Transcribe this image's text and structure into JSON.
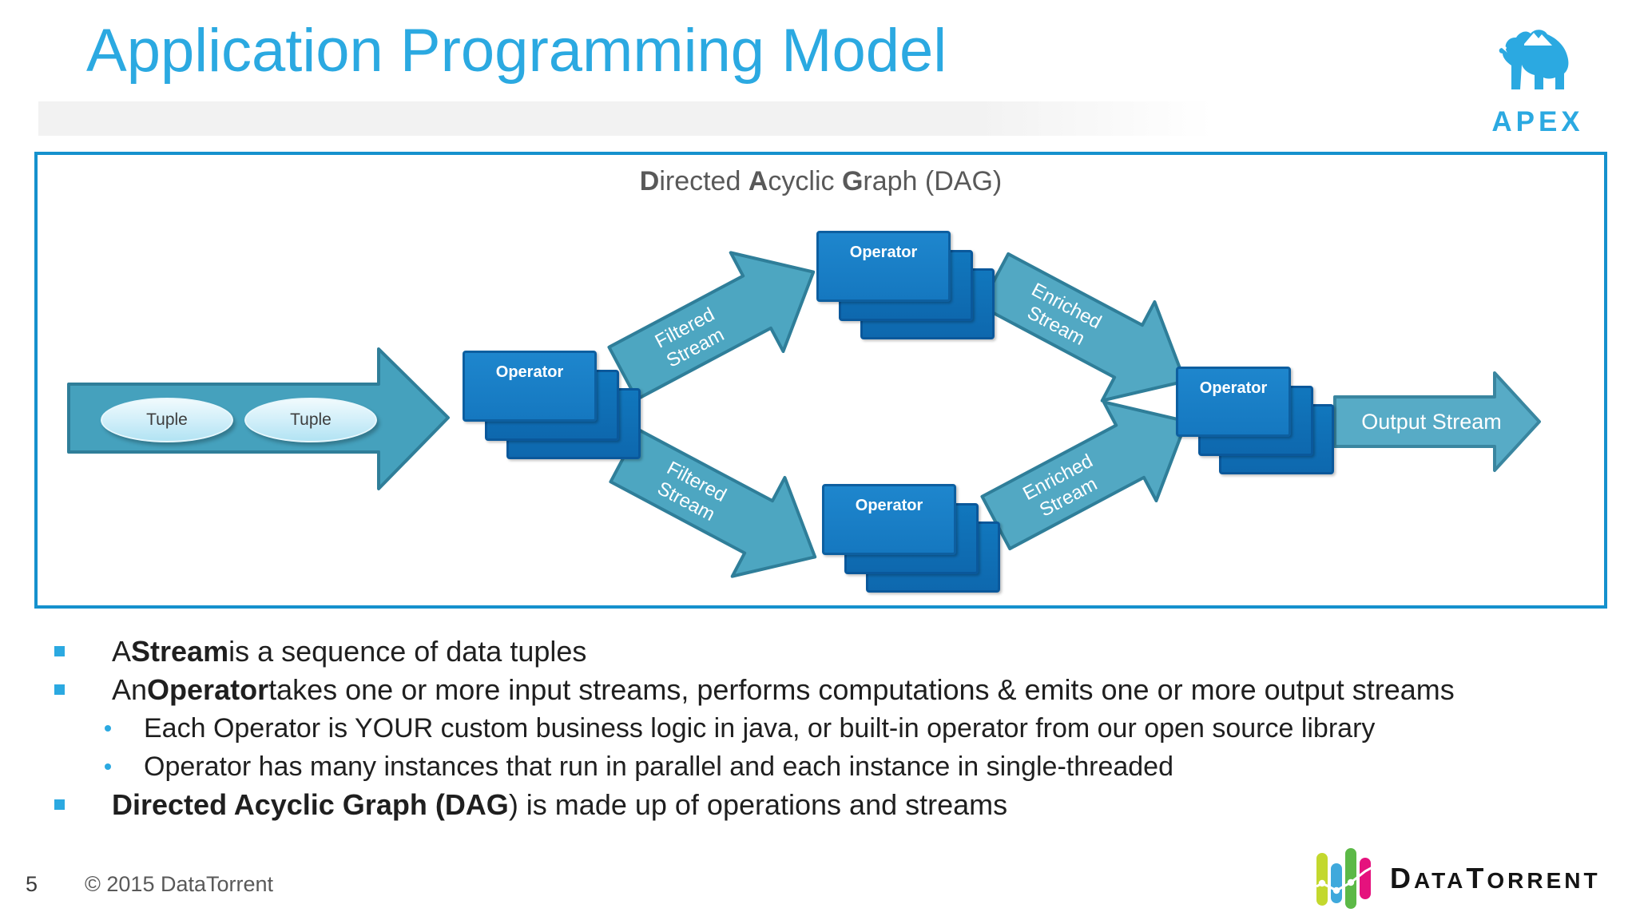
{
  "slide": {
    "title": "Application Programming Model",
    "page_number": "5",
    "copyright": "© 2015 DataTorrent"
  },
  "apex_logo": {
    "text": "APEX",
    "icon": "gorilla-mountain-icon",
    "color": "#2BA9E1"
  },
  "diagram": {
    "title_segments": [
      {
        "text": "D",
        "bold": true
      },
      {
        "text": "irected ",
        "bold": false
      },
      {
        "text": "A",
        "bold": true
      },
      {
        "text": "cyclic ",
        "bold": false
      },
      {
        "text": "G",
        "bold": true
      },
      {
        "text": "raph (DAG)",
        "bold": false
      }
    ],
    "nodes": {
      "operator_label": "Operator",
      "tuple_label": "Tuple"
    },
    "streams": {
      "filtered": {
        "line1": "Filtered",
        "line2": "Stream"
      },
      "enriched": {
        "line1": "Enriched",
        "line2": "Stream"
      },
      "output": "Output Stream"
    },
    "colors": {
      "box_border": "#1591CD",
      "arrow_fill": "#4AA4C0",
      "arrow_border": "#2F7E99",
      "operator_front": "#1E86CD",
      "operator_back": "#0E68AE",
      "operator_border": "#0D5FA0",
      "tuple_fill": "#CFEEF9",
      "dag_title_gray": "#595959"
    }
  },
  "bullets": [
    {
      "level": 1,
      "segments": [
        {
          "text": "A ",
          "bold": false
        },
        {
          "text": "Stream",
          "bold": true
        },
        {
          "text": " is a sequence of data tuples",
          "bold": false
        }
      ]
    },
    {
      "level": 1,
      "segments": [
        {
          "text": "An ",
          "bold": false
        },
        {
          "text": "Operator",
          "bold": true
        },
        {
          "text": " takes one or more input streams, performs computations & emits one or more output streams",
          "bold": false
        }
      ]
    },
    {
      "level": 2,
      "segments": [
        {
          "text": "Each Operator is YOUR custom business logic in java, or built-in operator from our open source library",
          "bold": false
        }
      ]
    },
    {
      "level": 2,
      "segments": [
        {
          "text": "Operator has many instances that run in parallel and each instance in single-threaded",
          "bold": false
        }
      ]
    },
    {
      "level": 1,
      "segments": [
        {
          "text": "Directed Acyclic Graph (DAG",
          "bold": true
        },
        {
          "text": ") is made up of operations and streams",
          "bold": false
        }
      ]
    }
  ],
  "datatorrent_logo": {
    "word_d": "D",
    "word_ata": "ATA",
    "word_t": "T",
    "word_orrent": "ORRENT",
    "icon": "datatorrent-bars-icon",
    "bar_colors": [
      "#C3D82E",
      "#3FA9DC",
      "#5CB947",
      "#E5127D"
    ],
    "accent_blue": "#2BA9E1"
  }
}
